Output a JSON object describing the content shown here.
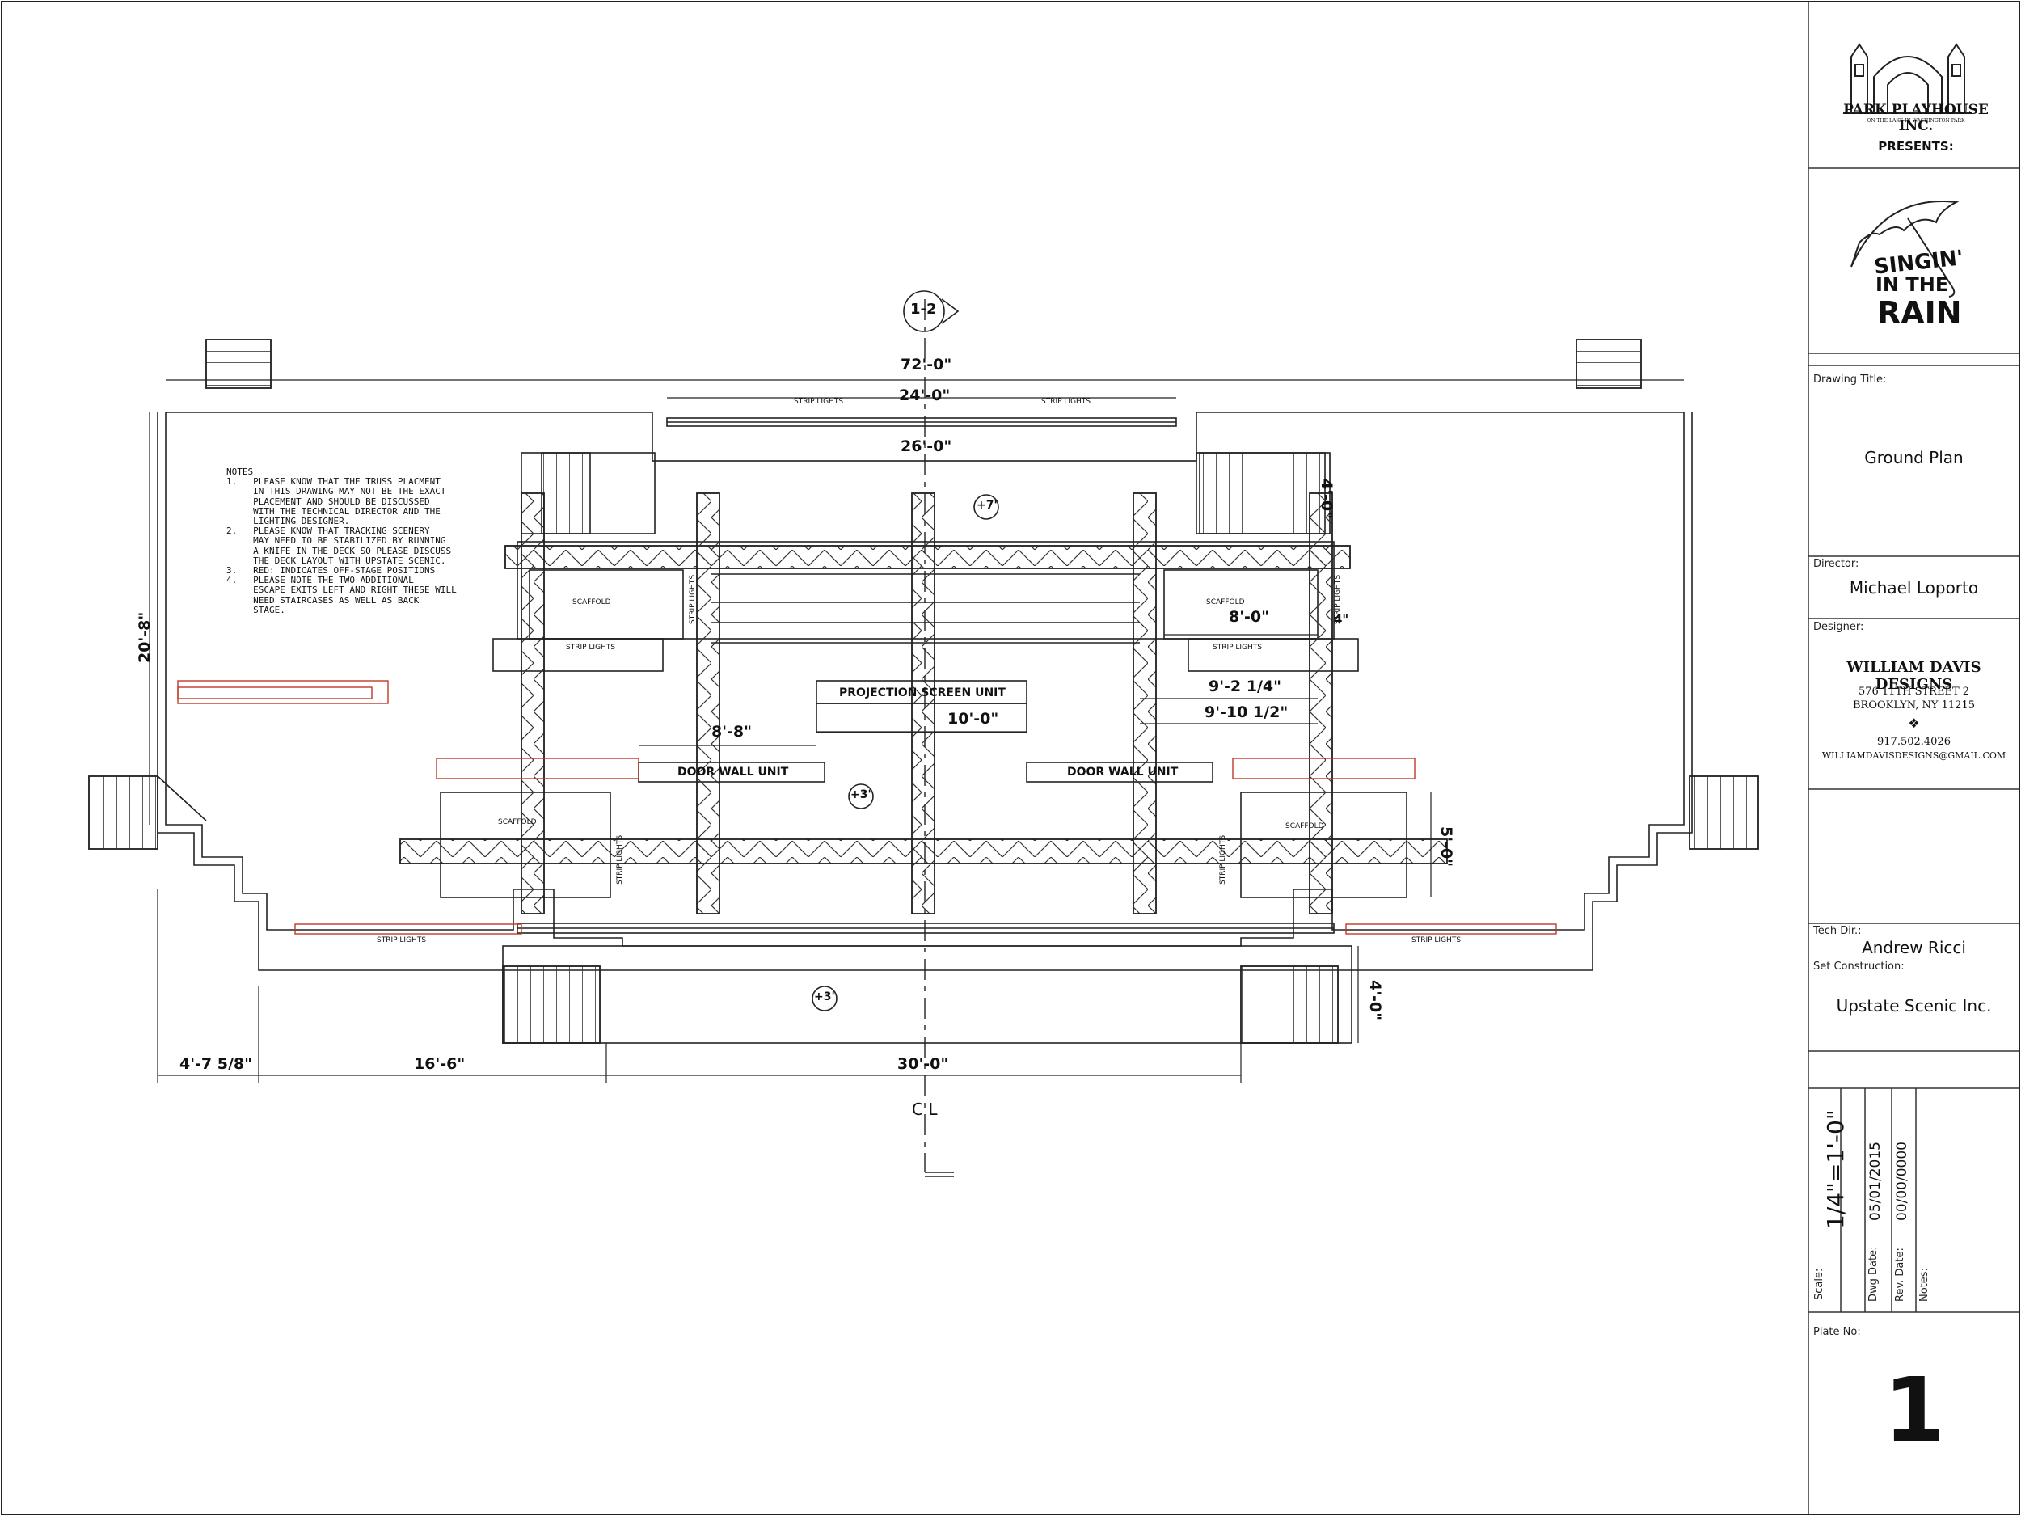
{
  "title_block": {
    "company": "PARK PLAYHOUSE INC.",
    "company_tagline": "ON THE LAKE IN WASHINGTON PARK",
    "presents": "PRESENTS:",
    "show_title_line1": "SINGIN'",
    "show_title_line2": "IN THE",
    "show_title_line3": "RAIN",
    "drawing_title_label": "Drawing Title:",
    "drawing_title": "Ground Plan",
    "director_label": "Director:",
    "director": "Michael Loporto",
    "designer_label": "Designer:",
    "designer_firm": "WILLIAM DAVIS DESIGNS",
    "designer_address1": "576 11TH STREET 2",
    "designer_address2": "BROOKLYN, NY 11215",
    "designer_phone": "917.502.4026",
    "designer_email": "WILLIAMDAVISDESIGNS@GMAIL.COM",
    "tech_dir_label": "Tech Dir.:",
    "tech_dir": "Andrew Ricci",
    "set_construction_label": "Set Construction:",
    "set_construction": "Upstate Scenic Inc.",
    "scale_label": "Scale:",
    "scale": "1/4\"=1'-0\"",
    "dwg_date_label": "Dwg Date:",
    "dwg_date": "05/01/2015",
    "rev_date_label": "Rev. Date:",
    "rev_date": "00/00/0000",
    "notes_label": "Notes:",
    "plate_label": "Plate No:",
    "plate": "1"
  },
  "drawing": {
    "section_marker": "1-2",
    "dim_overall": "72'-0\"",
    "dim_24": "24'-0\"",
    "dim_26": "26'-0\"",
    "dim_4_top": "4'-0\"",
    "dim_20_8": "20'-8\"",
    "dim_8_0": "8'-0\"",
    "dim_4_small": "4\"",
    "dim_9_2": "9'-2 1/4\"",
    "dim_9_10": "9'-10 1/2\"",
    "dim_10_0": "10'-0\"",
    "dim_8_8": "8'-8\"",
    "dim_5_0": "5'-0\"",
    "dim_4_bottom": "4'-0\"",
    "dim_4_7": "4'-7 5/8\"",
    "dim_16_6": "16'-6\"",
    "dim_30_0": "30'-0\"",
    "elev_7": "+7'",
    "elev_3_a": "+3'",
    "elev_3_b": "+3'",
    "strip_lights": "STRIP LIGHTS",
    "scaffold": "SCAFFOLD",
    "projection_screen": "PROJECTION SCREEN UNIT",
    "door_wall": "DOOR WALL UNIT",
    "centerline": "C L",
    "notes_title": "NOTES",
    "notes": [
      "1.   PLEASE KNOW THAT THE TRUSS PLACMENT",
      "     IN THIS DRAWING MAY NOT BE THE EXACT",
      "     PLACEMENT AND SHOULD BE DISCUSSED",
      "     WITH THE TECHNICAL DIRECTOR AND THE",
      "     LIGHTING DESIGNER.",
      "2.   PLEASE KNOW THAT TRACKING SCENERY",
      "     MAY NEED TO BE STABILIZED BY RUNNING",
      "     A KNIFE IN THE DECK SO PLEASE DISCUSS",
      "     THE DECK LAYOUT WITH UPSTATE SCENIC.",
      "3.   RED: INDICATES OFF-STAGE POSITIONS",
      "4.   PLEASE NOTE THE TWO ADDITIONAL",
      "     ESCAPE EXITS LEFT AND RIGHT THESE WILL",
      "     NEED STAIRCASES AS WELL AS BACK",
      "     STAGE."
    ]
  },
  "colors": {
    "line": "#222222",
    "offstage_red": "#c0392b"
  }
}
